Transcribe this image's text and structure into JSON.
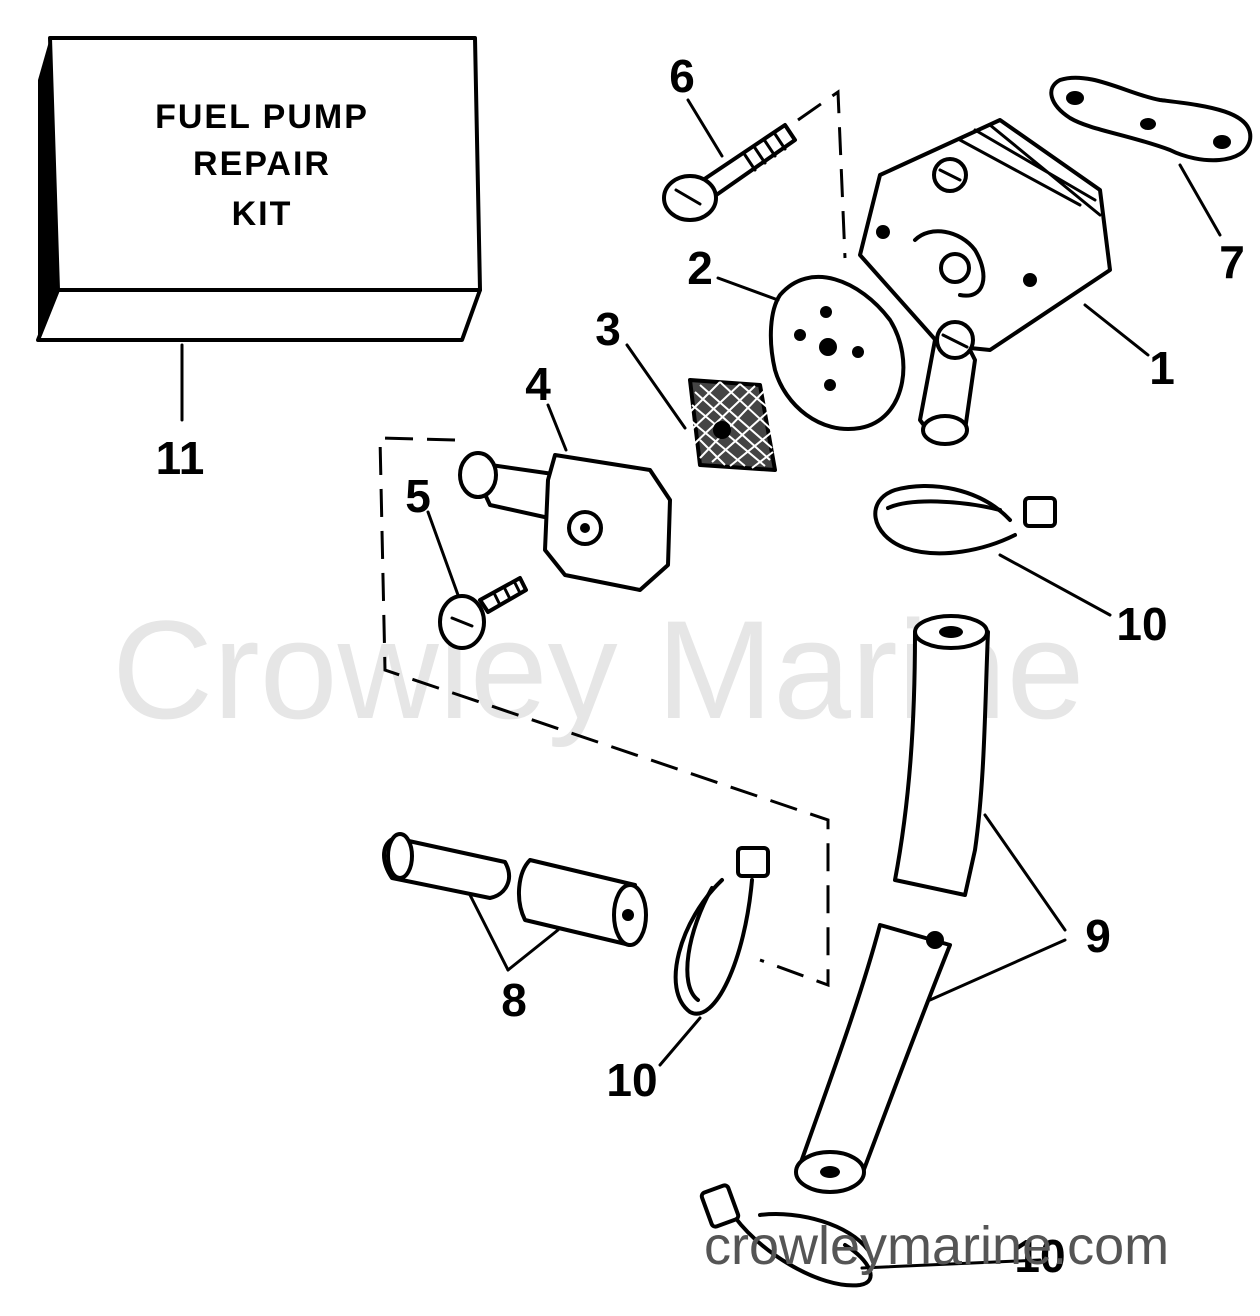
{
  "kit_box": {
    "line1": "FUEL PUMP",
    "line2": "REPAIR",
    "line3": "KIT"
  },
  "callouts": {
    "c1": "1",
    "c2": "2",
    "c3": "3",
    "c4": "4",
    "c5": "5",
    "c6": "6",
    "c7": "7",
    "c8": "8",
    "c9": "9",
    "c10a": "10",
    "c10b": "10",
    "c10c": "10",
    "c11": "11"
  },
  "watermark": {
    "main": "Crowley Marine",
    "url": "crowleymarine.com"
  }
}
